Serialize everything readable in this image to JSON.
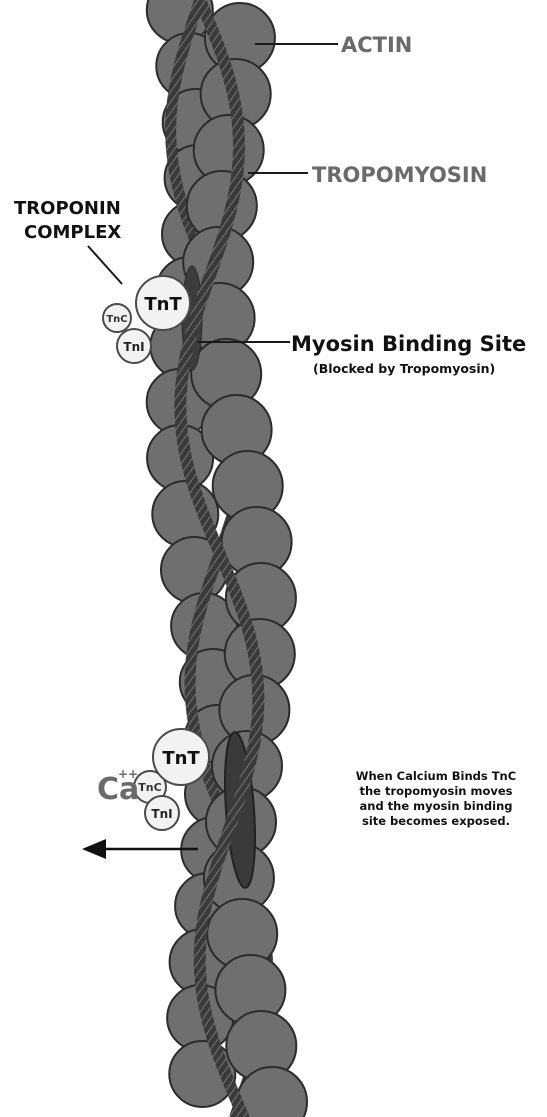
{
  "labels": {
    "actin": "ACTIN",
    "tropomyosin": "TROPOMYOSIN",
    "troponin_complex_line1": "TROPONIN",
    "troponin_complex_line2": "COMPLEX",
    "myosin_binding_site": "Myosin Binding Site",
    "blocked_note": "(Blocked by Tropomyosin)",
    "tnt": "TnT",
    "tnc": "TnC",
    "tni": "TnI",
    "calcium": "Ca",
    "calcium_charge": "++",
    "caption_line1": "When Calcium Binds TnC",
    "caption_line2": "the tropomyosin moves",
    "caption_line3": "and the myosin binding",
    "caption_line4": "site becomes exposed."
  },
  "colors": {
    "actin_bead": "#6f6f6f",
    "bead_outline": "#2b2b2b",
    "tropomyosin_strand": "#3a3a3a",
    "troponin": "#f2f2f2",
    "label_gray": "#6a6a6a",
    "label_dark": "#111111"
  },
  "icons": {
    "direction_arrow": "left-arrow-icon"
  }
}
